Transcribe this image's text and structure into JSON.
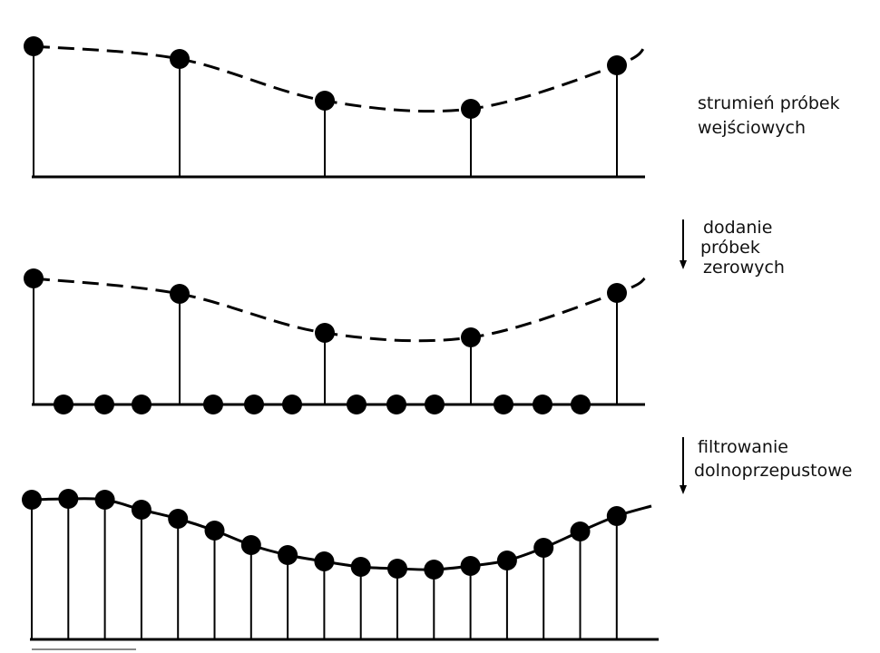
{
  "labels": {
    "input_stream": [
      "strumień próbek",
      "wejściowych"
    ],
    "zero_insertion": [
      "dodanie",
      "próbek",
      "zerowych"
    ],
    "lowpass": [
      "filtrowanie",
      "dolnoprzepustowe"
    ]
  },
  "colors": {
    "ink": "#000000",
    "background": "#ffffff"
  }
}
